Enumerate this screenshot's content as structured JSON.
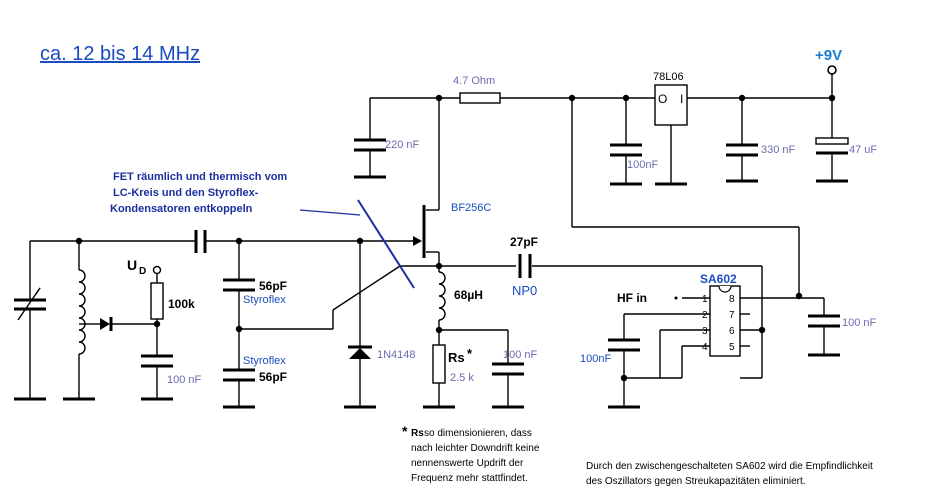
{
  "title": "ca. 12 bis 14 MHz",
  "supply": {
    "label": "+9V"
  },
  "components": {
    "r_series": "4.7  Ohm",
    "regulator": "78L06",
    "reg_in": "O",
    "reg_out": "I",
    "c_220n": "220 nF",
    "c_100n_reg": "100nF",
    "c_330n": "330 nF",
    "c_47u": "47 uF",
    "fet": "BF256C",
    "c_27p": "27pF",
    "np0": "NP0",
    "ud": "U",
    "ud_sub": "D",
    "r_100k": "100k",
    "c_56p_top": "56pF",
    "styro_top": "Styroflex",
    "styro_bottom": "Styroflex",
    "c_56p_bottom": "56pF",
    "c_100n_tune": "100 nF",
    "diode": "1N4148",
    "l_68u": "68µH",
    "rs": "Rs",
    "rs_star": "*",
    "rs_value": "2.5 k",
    "c_100n_src": "100 nF",
    "ic": "SA602",
    "hf_in": "HF in",
    "c_100n_ic": "100nF",
    "c_100n_right": "100 nF",
    "pins": [
      "1",
      "2",
      "3",
      "4",
      "8",
      "7",
      "6",
      "5"
    ]
  },
  "annotations": {
    "fet_note": [
      "FET räumlich und thermisch vom",
      "LC-Kreis  und den Styroflex-",
      "Kondensatoren entkoppeln"
    ],
    "rs_note_star": "*",
    "rs_note_bold": "Rs",
    "rs_note": [
      " so dimensionieren, dass",
      "nach leichter Downdrift keine",
      "nennenswerte Updrift der",
      "Frequenz mehr stattfindet."
    ],
    "sa602_note": [
      "Durch den zwischengeschalteten SA602 wird die Empfindlichkeit",
      "des Oszillators gegen Streukapazitäten eliminiert."
    ]
  }
}
